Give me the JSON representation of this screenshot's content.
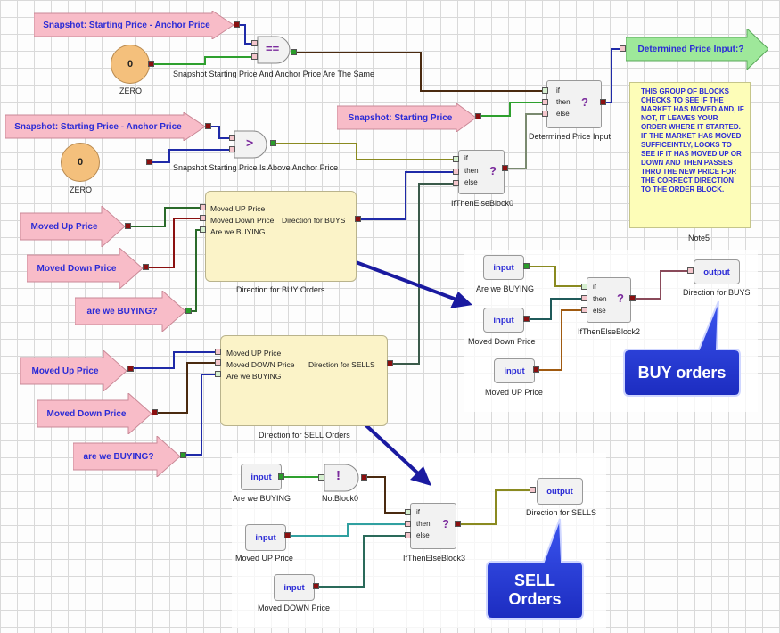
{
  "source_blocks": {
    "snapshot_anchor_1": "Snapshot: Starting Price - Anchor Price",
    "snapshot_anchor_2": "Snapshot: Starting Price - Anchor Price",
    "snapshot_starting": "Snapshot: Starting Price",
    "determined_price_input": "Determined Price Input:?",
    "moved_up_1": "Moved Up Price",
    "moved_down_1": "Moved Down Price",
    "are_buying_1": "are we BUYING?",
    "moved_up_2": "Moved Up Price",
    "moved_down_2": "Moved Down Price",
    "are_buying_2": "are we BUYING?"
  },
  "constants": {
    "zero_1": {
      "value": "0",
      "label": "ZERO"
    },
    "zero_2": {
      "value": "0",
      "label": "ZERO"
    }
  },
  "gates": {
    "equals": {
      "symbol": "==",
      "label": "Snapshot Starting Price And Anchor Price Are The Same"
    },
    "greater": {
      "symbol": ">",
      "label": "Snapshot Starting Price Is Above Anchor Price"
    },
    "not": {
      "symbol": "!",
      "label": "NotBlock0"
    }
  },
  "if_then_else": {
    "if_text": "if",
    "then_text": "then",
    "else_text": "else",
    "q": "?",
    "determined": "Determined Price Input",
    "block0": "IfThenElseBlock0",
    "block2": "IfThenElseBlock2",
    "block3": "IfThenElseBlock3"
  },
  "direction_buy": {
    "in1": "Moved UP Price",
    "in2": "Moved Down Price",
    "in3": "Are we BUYING",
    "out": "Direction for BUYS",
    "label": "Direction for BUY Orders"
  },
  "direction_sell": {
    "in1": "Moved UP Price",
    "in2": "Moved DOWN Price",
    "in3": "Are we BUYING",
    "out": "Direction for SELLS",
    "label": "Direction for SELL Orders"
  },
  "note": {
    "text": "THIS GROUP OF BLOCKS CHECKS TO SEE IF THE MARKET HAS MOVED AND, IF NOT, IT LEAVES YOUR ORDER WHERE IT STARTED. IF THE MARKET HAS MOVED SUFFICEINTLY, LOOKS TO SEE IF IT HAS MOVED UP OR DOWN AND THEN PASSES THRU THE NEW PRICE FOR THE CORRECT DIRECTION TO THE ORDER BLOCK.",
    "label": "Note5"
  },
  "buy_detail": {
    "input_label": "input",
    "output_label": "output",
    "in1": "Are we BUYING",
    "in2": "Moved Down Price",
    "in3": "Moved UP Price",
    "out": "Direction for BUYS",
    "callout": "BUY orders"
  },
  "sell_detail": {
    "input_label": "input",
    "output_label": "output",
    "in1": "Are we BUYING",
    "in2": "Moved UP Price",
    "in3": "Moved DOWN Price",
    "out": "Direction for SELLS",
    "callout_line1": "SELL",
    "callout_line2": "Orders"
  },
  "colors": {
    "pink": "#f8bcc8",
    "green_arrow": "#9ee89a",
    "blue_text": "#2b2bd6",
    "callout_blue": "#2a3fd8",
    "note_yellow": "#fdfdb8"
  }
}
